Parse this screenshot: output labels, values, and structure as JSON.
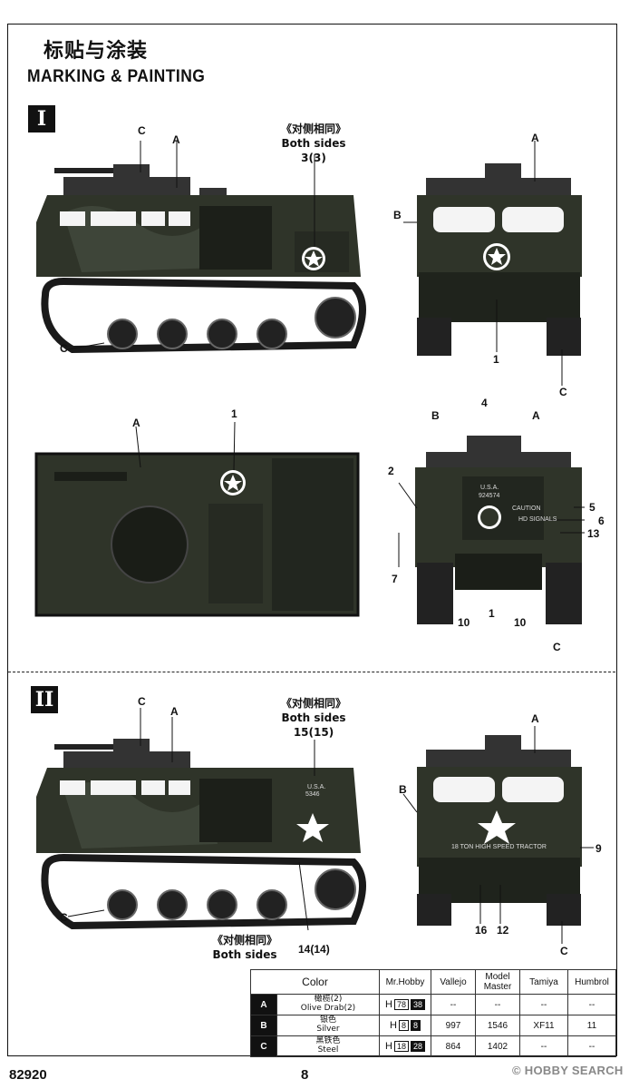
{
  "header": {
    "title_cn": "标贴与涂装",
    "title_en": "MARKING & PAINTING"
  },
  "sections": {
    "one": {
      "badge": "I",
      "side_note": {
        "cn": "《对侧相同》",
        "en": "Both sides",
        "num": "3(3)"
      },
      "labels": {
        "side_c_top": "C",
        "side_a_top": "A",
        "side_c_track": "C",
        "front_a": "A",
        "front_b": "B",
        "front_1": "1",
        "front_c": "C",
        "top_a": "A",
        "top_1": "1",
        "rear_4": "4",
        "rear_b": "B",
        "rear_a": "A",
        "rear_2": "2",
        "rear_5": "5",
        "rear_6": "6",
        "rear_13": "13",
        "rear_7": "7",
        "rear_10a": "10",
        "rear_1": "1",
        "rear_10b": "10",
        "rear_c": "C"
      },
      "rear_stencils": {
        "usa": "U.S.A.",
        "serial": "924574",
        "caution": "CAUTION",
        "signals": "HD SIGNALS"
      }
    },
    "two": {
      "badge": "II",
      "side_note": {
        "cn": "《对侧相同》",
        "en": "Both sides",
        "num": "15(15)"
      },
      "bottom_note": {
        "cn": "《对侧相同》",
        "en": "Both sides",
        "num": "14(14)"
      },
      "labels": {
        "side_c_top": "C",
        "side_a_top": "A",
        "side_c_track": "C",
        "front_a": "A",
        "front_b": "B",
        "front_9": "9",
        "front_16": "16",
        "front_12": "12",
        "front_c": "C"
      },
      "side_stencil": {
        "usa": "U.S.A.",
        "serial": "5346"
      },
      "front_stencil": "18 TON HIGH SPEED TRACTOR"
    }
  },
  "color_table": {
    "headers": [
      "Color",
      "Mr.Hobby",
      "Vallejo",
      "Model Master",
      "Tamiya",
      "Humbrol"
    ],
    "rows": [
      {
        "letter": "A",
        "cn": "橄榄(2)",
        "en": "Olive Drab(2)",
        "mrhobby_h": "H",
        "mrhobby_a": "78",
        "mrhobby_b": "38",
        "vallejo": "--",
        "model_master": "--",
        "tamiya": "--",
        "humbrol": "--"
      },
      {
        "letter": "B",
        "cn": "银色",
        "en": "Silver",
        "mrhobby_h": "H",
        "mrhobby_a": "8",
        "mrhobby_b": "8",
        "vallejo": "997",
        "model_master": "1546",
        "tamiya": "XF11",
        "humbrol": "11"
      },
      {
        "letter": "C",
        "cn": "黑铁色",
        "en": "Steel",
        "mrhobby_h": "H",
        "mrhobby_a": "18",
        "mrhobby_b": "28",
        "vallejo": "864",
        "model_master": "1402",
        "tamiya": "--",
        "humbrol": "--"
      }
    ]
  },
  "footer": {
    "code": "82920",
    "page": "8",
    "watermark": "© HOBBY SEARCH"
  },
  "colors": {
    "olive": "#2f3429",
    "camo_light": "#4a5244",
    "window": "#f4f4f4",
    "ink": "#111111"
  }
}
